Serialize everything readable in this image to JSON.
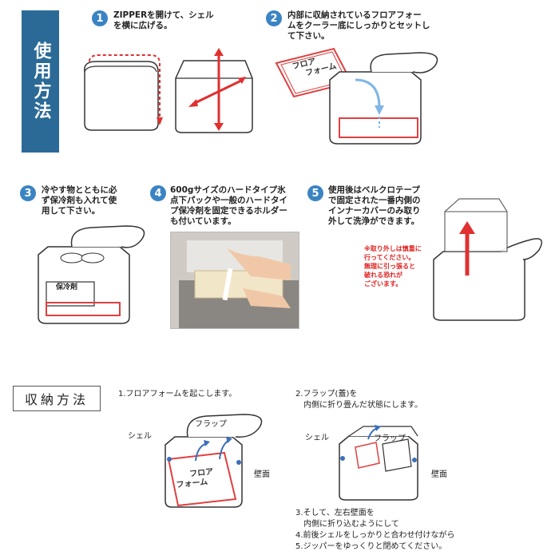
{
  "header": {
    "title": "使用方法"
  },
  "steps": [
    {
      "num": "1",
      "lines": [
        "ZIPPERを開けて、シェル",
        "を横に広げる。"
      ]
    },
    {
      "num": "2",
      "lines": [
        "内部に収納されているフロアフォー",
        "ムをクーラー底にしっかりとセットし",
        "て下さい。"
      ],
      "floor_label": [
        "フロア",
        "フォーム"
      ]
    },
    {
      "num": "3",
      "lines": [
        "冷やす物とともに必",
        "ず保冷剤も入れて使",
        "用して下さい。"
      ],
      "pack_label": "保冷剤"
    },
    {
      "num": "4",
      "lines": [
        "600gサイズのハードタイプ氷",
        "点下パックや一般のハードタイ",
        "プ保冷剤を固定できるホルダー",
        "も付いています。"
      ]
    },
    {
      "num": "5",
      "lines": [
        "使用後はベルクロテープ",
        "で固定された一番内側の",
        "インナーカバーのみ取り",
        "外して洗浄ができます。"
      ],
      "note": [
        "※取り外しは慎重に",
        "行ってください。",
        "無理に引っ張ると",
        "破れる恐れが",
        "ございます。"
      ]
    }
  ],
  "storage": {
    "title": "収納方法",
    "step1": "1.フロアフォームを起こします。",
    "step2": [
      "2.フラップ(蓋)を",
      "内側に折り畳んだ状態にします。"
    ],
    "step3": [
      "3.そして、左右壁面を",
      "内側に折り込むようにして",
      "4.前後シェルをしっかりと合わせ付けながら",
      "5.ジッパーをゆっくりと閉めてください。"
    ],
    "labels": {
      "shell": "シェル",
      "flap": "フラップ",
      "wall": "壁面",
      "floor": [
        "フロア",
        "フォーム"
      ]
    }
  },
  "colors": {
    "accent_blue": "#2b6a97",
    "number_blue": "#3b84c4",
    "arrow_red": "#e03030",
    "floor_red": "#e04040"
  }
}
